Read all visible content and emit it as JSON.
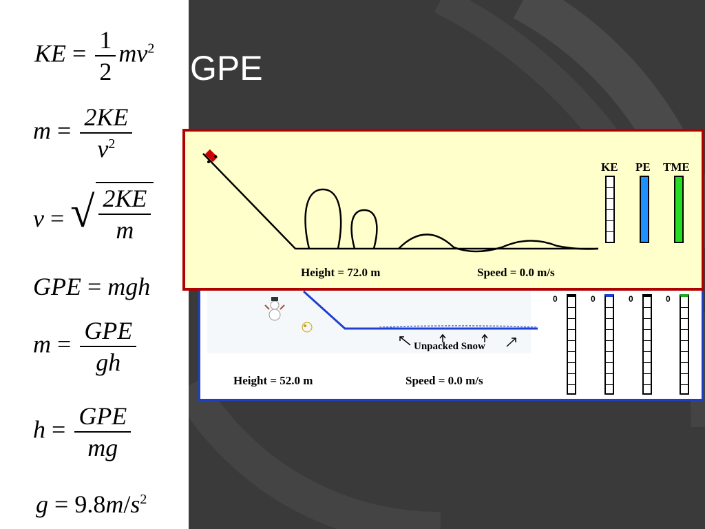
{
  "slide": {
    "title": "GPE"
  },
  "formulas": {
    "ke": {
      "lhs": "KE",
      "eq": "=",
      "num": "1",
      "den": "2",
      "rhs": "mv",
      "exp": "2"
    },
    "m_from_ke": {
      "lhs": "m",
      "eq": "=",
      "num": "2KE",
      "den_base": "v",
      "den_exp": "2"
    },
    "v_from_ke": {
      "lhs": "v",
      "eq": "=",
      "radical": "√",
      "num": "2KE",
      "den": "m"
    },
    "gpe": {
      "lhs": "GPE",
      "eq": "=",
      "rhs": "mgh"
    },
    "m_from_gpe": {
      "lhs": "m",
      "eq": "=",
      "num": "GPE",
      "den": "gh"
    },
    "h_from_gpe": {
      "lhs": "h",
      "eq": "=",
      "num": "GPE",
      "den": "mg"
    },
    "g_value": {
      "lhs": "g",
      "eq": "=",
      "value": "9.8",
      "unit_num": "m",
      "slash": "/",
      "unit_den": "s",
      "exp": "2"
    }
  },
  "coaster_sim": {
    "height_label": "Height = 72.0 m",
    "speed_label": "Speed =  0.0  m/s",
    "bars": [
      {
        "label": "KE",
        "color": "#ffffff",
        "level": 0.0
      },
      {
        "label": "PE",
        "color": "#1e90ff",
        "level": 1.0
      },
      {
        "label": "TME",
        "color": "#22dd22",
        "level": 1.0
      }
    ]
  },
  "snow_sim": {
    "height_label": "Height = 52.0 m",
    "speed_label": "Speed =  0.0  m/s",
    "surface_label": "Unpacked Snow",
    "zero_labels": [
      "0",
      "0",
      "0",
      "0"
    ],
    "bar_colors": [
      "#ffffff",
      "#1e3fd0",
      "#ffffff",
      "#22aa22"
    ]
  }
}
